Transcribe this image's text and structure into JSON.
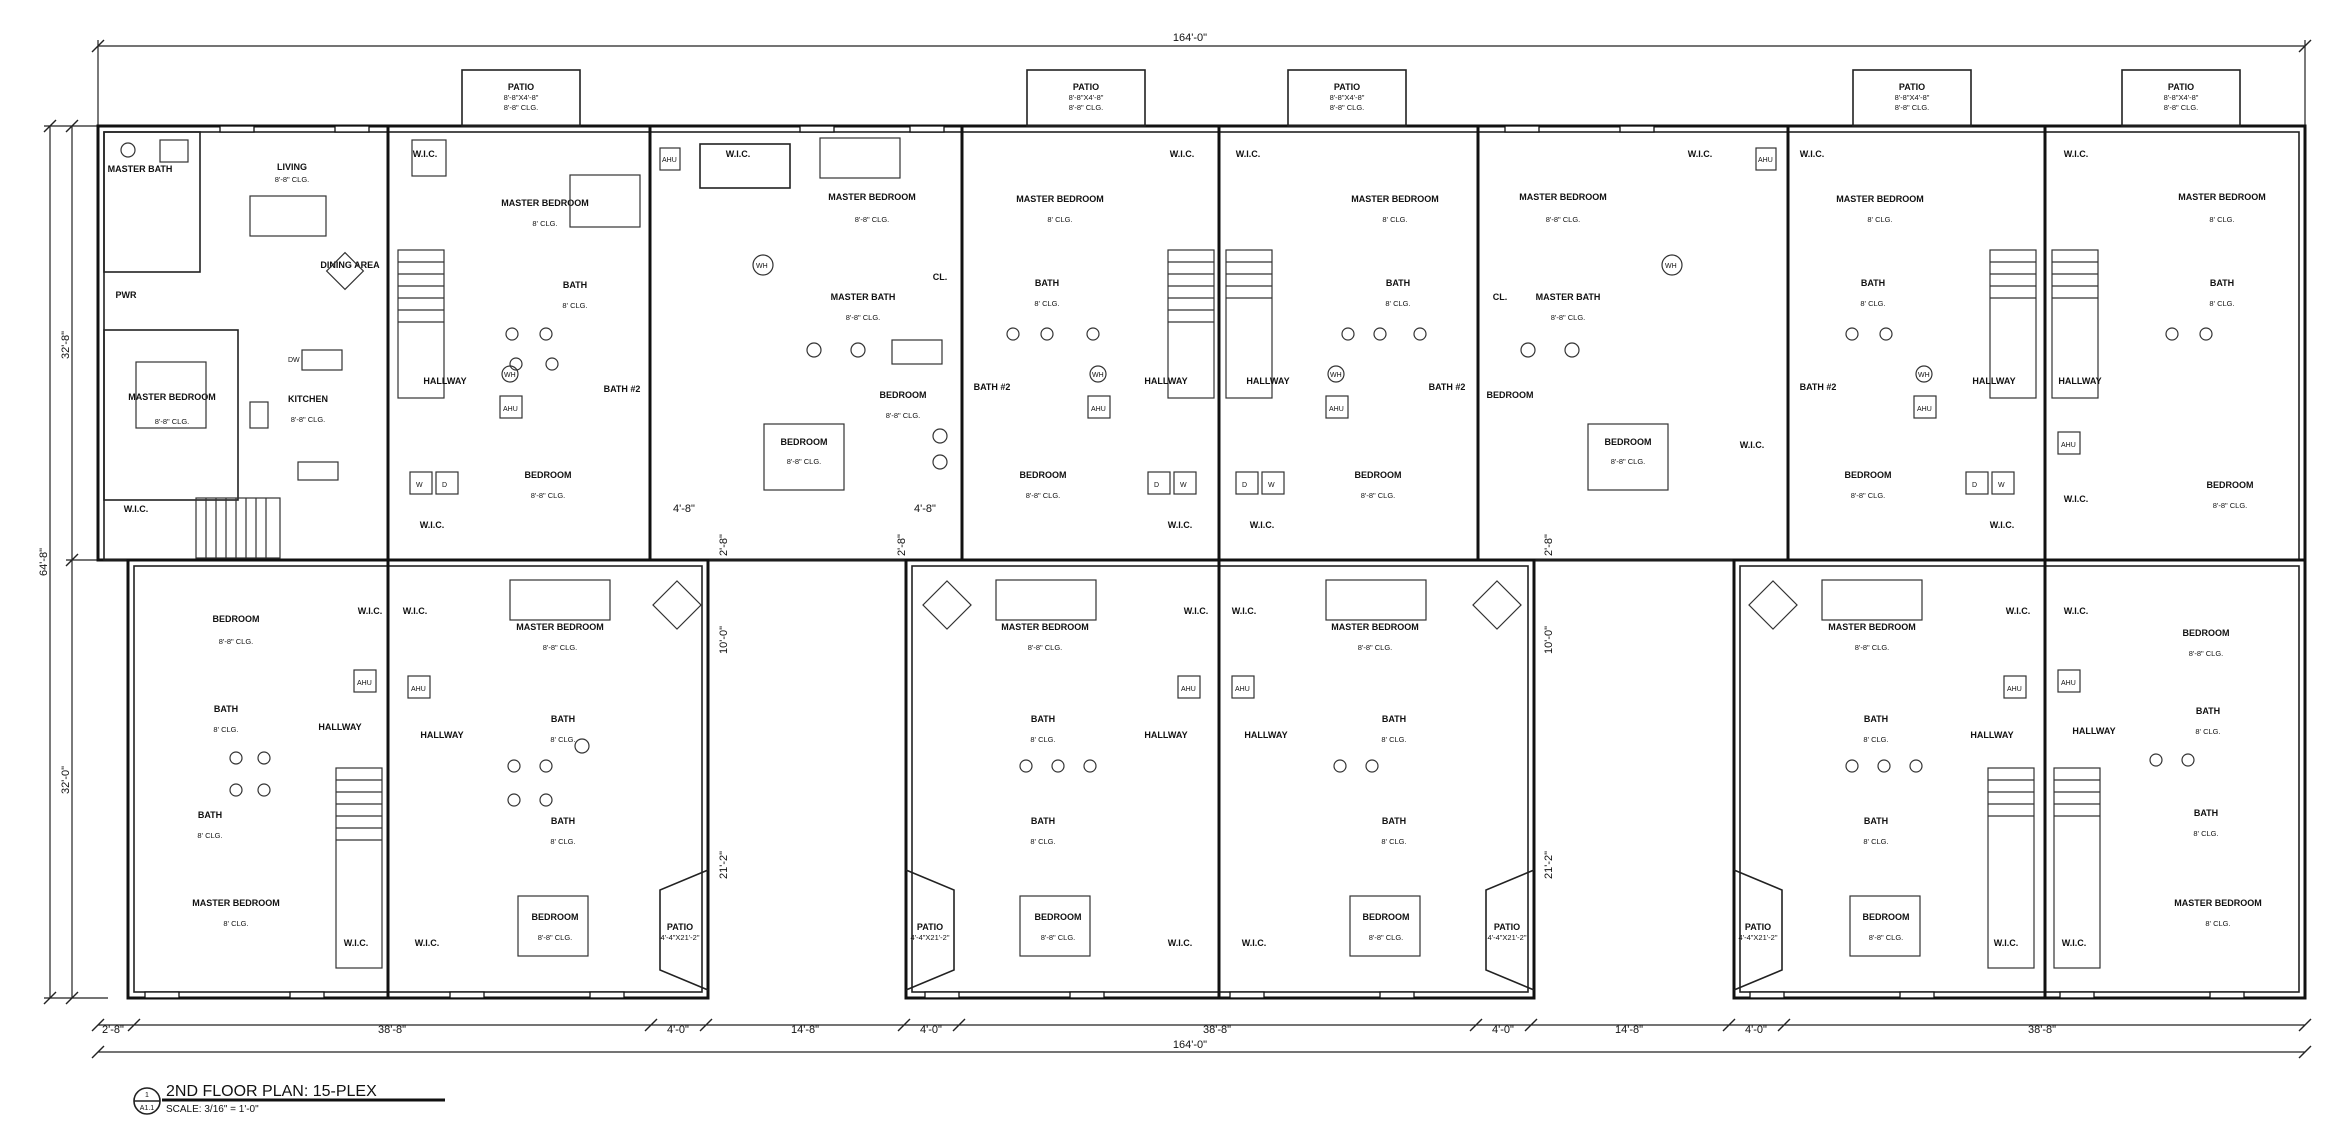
{
  "dimensions": {
    "overall_top": "164'-0\"",
    "overall_bottom": "164'-0\"",
    "left_total": "64'-8\"",
    "left_upper": "32'-8\"",
    "left_lower": "32'-0\"",
    "bottom_segments": [
      "2'-8\"",
      "38'-8\"",
      "4'-0\"",
      "14'-8\"",
      "4'-0\"",
      "38'-8\"",
      "4'-0\"",
      "14'-8\"",
      "4'-0\"",
      "38'-8\""
    ],
    "notch_4_8": "4'-8\"",
    "notch_2_8": "2'-8\"",
    "gap_10_0": "10'-0\"",
    "gap_21_2": "21'-2\""
  },
  "title_block": {
    "detail_number": "1",
    "sheet_number": "A1.1",
    "title": "2ND FLOOR PLAN: 15-PLEX",
    "scale": "SCALE: 3/16\" = 1'-0\""
  },
  "labels": {
    "patio": "PATIO",
    "patio_top_size": "8'-8\"X4'-8\"",
    "patio_clg": "8'-8\" CLG.",
    "patio_side_size": "4'-4\"X21'-2\"",
    "master_bedroom": "MASTER BEDROOM",
    "bedroom": "BEDROOM",
    "bath": "BATH",
    "bath2": "BATH #2",
    "master_bath": "MASTER BATH",
    "wic": "W.I.C.",
    "hallway": "HALLWAY",
    "ahu": "AHU",
    "wh": "WH",
    "dw": "DW",
    "washer": "W",
    "dryer": "D",
    "living": "LIVING",
    "kitchen": "KITCHEN",
    "dining": "DINING AREA",
    "pwr": "PWR",
    "cl": "CL.",
    "clg_8": "8'-8\" CLG.",
    "clg_8b": "8' CLG."
  }
}
